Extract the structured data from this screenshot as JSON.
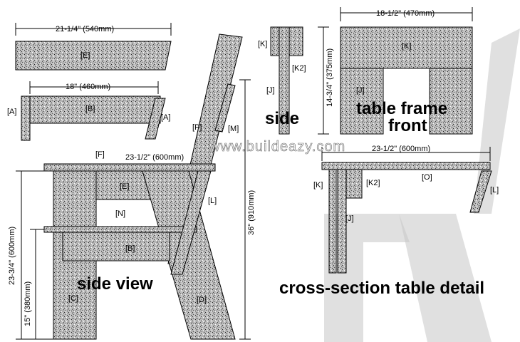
{
  "watermark": "www.buildeazy.com",
  "headings": {
    "side_view": "side view",
    "side": "side",
    "table_frame_line1": "table frame",
    "table_frame_line2": "front",
    "cross_section": "cross-section table detail"
  },
  "dimensions": {
    "e_width": "21-1/4\" (540mm)",
    "b_width": "18\" (460mm)",
    "top_width": "23-1/2\" (600mm)",
    "overall_height": "23-3/4\" (600mm)",
    "seat_height": "15\" (380mm)",
    "back_height": "36\" (910mm)",
    "frame_width": "18-1/2\" (470mm)",
    "frame_height": "14-3/4\" (375mm)",
    "cross_width": "23-1/2\" (600mm)"
  },
  "part_labels": {
    "E": "[E]",
    "A": "[A]",
    "B": "[B]",
    "F": "[F]",
    "N": "[N]",
    "C": "[C]",
    "D": "[D]",
    "P": "[P]",
    "M": "[M]",
    "L": "[L]",
    "K": "[K]",
    "K2": "[K2]",
    "J": "[J]",
    "O": "[O]"
  }
}
